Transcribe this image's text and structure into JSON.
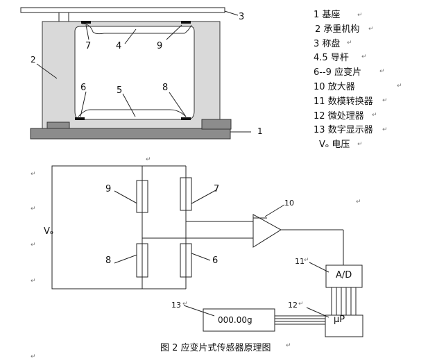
{
  "legend": [
    {
      "num": "1",
      "text": "基座"
    },
    {
      "num": "2",
      "text": "承重机构"
    },
    {
      "num": "3",
      "text": "称盘"
    },
    {
      "num": "4.5",
      "text": "导杆"
    },
    {
      "num": "6--9",
      "text": "应变片"
    },
    {
      "num": "10",
      "text": "放大器"
    },
    {
      "num": "11",
      "text": "数模转换器"
    },
    {
      "num": "12",
      "text": "微处理器"
    },
    {
      "num": "13",
      "text": "数字显示器"
    },
    {
      "num": "Vₒ",
      "text": "电压"
    }
  ],
  "top_labels": {
    "l1": "1",
    "l2": "2",
    "l3": "3",
    "l4": "4",
    "l5": "5",
    "l6": "6",
    "l7": "7",
    "l8": "8",
    "l9": "9"
  },
  "circuit_labels": {
    "vo": "Vₒ",
    "r9": "9",
    "r7": "7",
    "r8": "8",
    "r6": "6",
    "amp": "10",
    "adc_num": "11",
    "mp_num": "12",
    "disp_num": "13",
    "adc": "A/D",
    "mp": "μP",
    "display": "000.00g"
  },
  "caption": "图 2 应变片式传感器原理图",
  "colors": {
    "frame_fill": "#d9d9d9",
    "base_fill": "#8c8c8c",
    "gauge": "#111111",
    "line": "#222222"
  }
}
